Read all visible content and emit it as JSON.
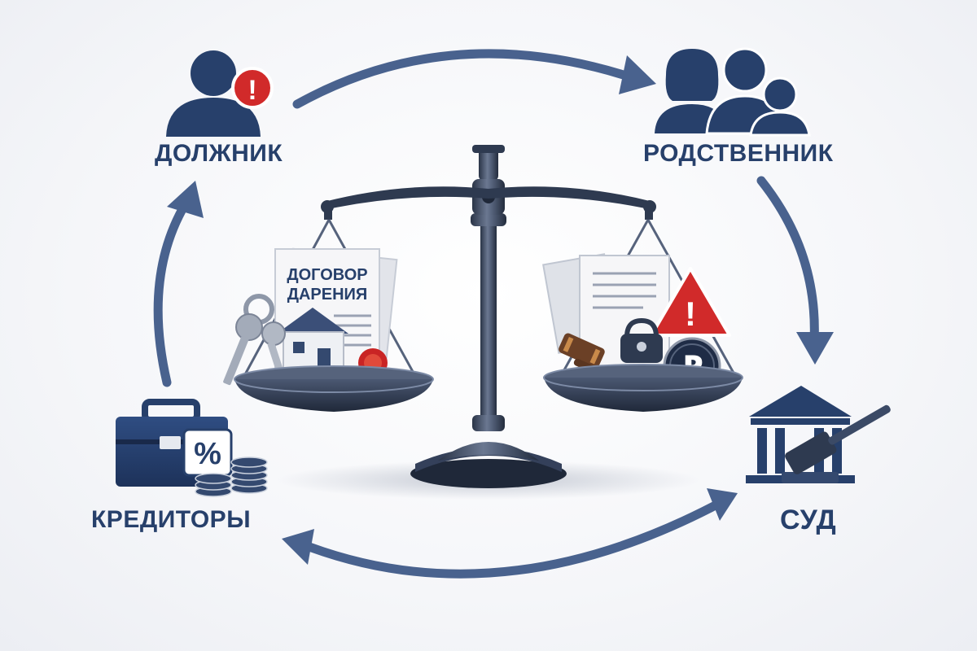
{
  "nodes": {
    "debtor": {
      "label": "ДОЛЖНИК"
    },
    "relative": {
      "label": "РОДСТВЕННИК"
    },
    "court": {
      "label": "СУД"
    },
    "creditors": {
      "label": "КРЕДИТОРЫ"
    }
  },
  "scale": {
    "left_pan": {
      "document_line1": "ДОГОВОР",
      "document_line2": "ДАРЕНИЯ",
      "items": [
        "house-icon",
        "keys-icon",
        "gift-deed-document",
        "wax-seal-icon"
      ]
    },
    "right_pan": {
      "currency_symbol": "₽",
      "warning_symbol": "!",
      "items": [
        "gavel-icon",
        "documents-icon",
        "warning-triangle-icon",
        "ruble-coin-icon",
        "padlock-icon"
      ]
    }
  },
  "badges": {
    "debtor_alert": "!"
  },
  "creditors_extra": {
    "percent_symbol": "%"
  },
  "colors": {
    "navy": "#27406b",
    "arrow": "#49628e",
    "alert_red": "#d12a2a",
    "metal_dark": "#2e3a50",
    "metal_mid": "#56637c",
    "paper": "#f4f4f6"
  }
}
